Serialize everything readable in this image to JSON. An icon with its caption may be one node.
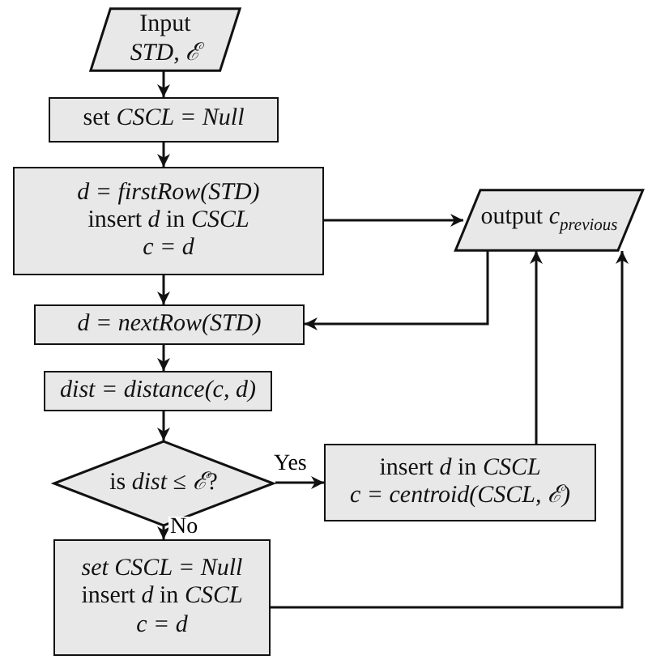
{
  "diagram": {
    "nodes": [
      {
        "text": [
          "Input *STD, ℰ*"
        ]
      },
      {
        "text": [
          "set *CSCL = Null*"
        ]
      },
      {
        "text": [
          "*d = firstRow(STD)*",
          "insert *d* in *CSCL*",
          "*c = d*"
        ]
      },
      {
        "text": [
          "output *c*$_{previous}$"
        ]
      },
      {
        "text": [
          "d = nextRow(STD)"
        ]
      },
      {
        "text": [
          "dist = distance(c, d)"
        ]
      },
      {
        "text": [
          "is *dist* ≤ *ℰ*?"
        ]
      },
      {
        "text": [
          "insert *d* in *CSCL*",
          "*c = centroid(CSCL, ℰ)*"
        ]
      },
      {
        "text": [
          "*set CSCL = Null*",
          "insert *d* in *CSCL*",
          "*c = d*"
        ]
      }
    ],
    "edges": [
      {
        "from": 0,
        "to": 1,
        "arrow": "to"
      },
      {
        "from": 1,
        "to": 2,
        "arrow": "to"
      },
      {
        "from": 2,
        "to": 3,
        "arrow": "to"
      },
      {
        "from": 2,
        "to": 4,
        "arrow": "to"
      },
      {
        "from": 3,
        "to": 4,
        "arrow": "to"
      },
      {
        "from": 4,
        "to": 5,
        "arrow": "to"
      },
      {
        "from": 5,
        "to": 6,
        "arrow": "to"
      },
      {
        "from": 6,
        "to": 7,
        "arrow": "to",
        "label": "Yes"
      },
      {
        "from": 6,
        "to": 8,
        "arrow": "to",
        "label": "No"
      },
      {
        "from": 7,
        "to": 3,
        "arrow": "to"
      },
      {
        "from": 8,
        "to": 3,
        "arrow": "to"
      }
    ]
  }
}
